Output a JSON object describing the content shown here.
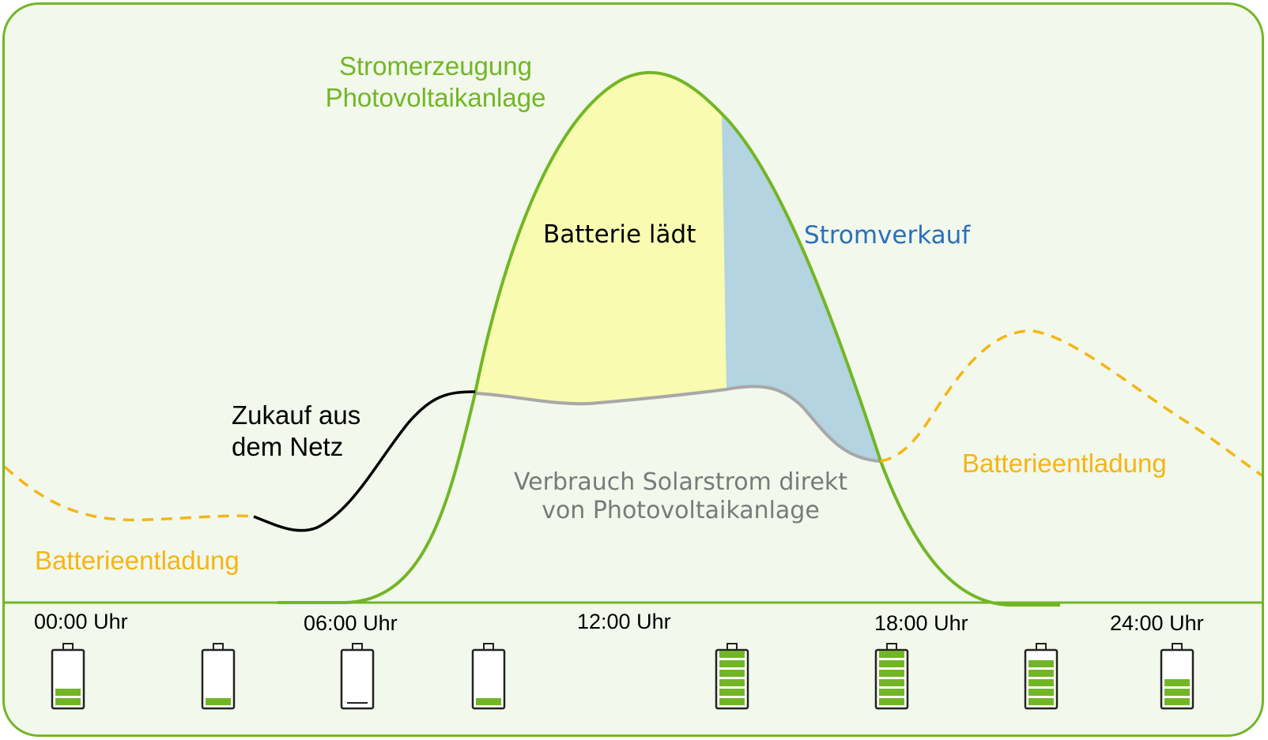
{
  "labels": {
    "pv_line1": "Stromerzeugung",
    "pv_line2": "Photovoltaikanlage",
    "charging": "Batterie lädt",
    "selling": "Stromverkauf",
    "buy_line1": "Zukauf aus",
    "buy_line2": "dem Netz",
    "discharge_left": "Batterieentladung",
    "discharge_right": "Batterieentladung",
    "direct_line1": "Verbrauch Solarstrom direkt",
    "direct_line2": "von Photovoltaikanlage"
  },
  "times": [
    "00:00 Uhr",
    "06:00 Uhr",
    "12:00 Uhr",
    "18:00 Uhr",
    "24:00 Uhr"
  ],
  "batteries": [
    2,
    1,
    0,
    1,
    6,
    6,
    5,
    3
  ],
  "colors": {
    "pv_green": "#72b626",
    "discharge_orange": "#f4b516",
    "charge_yellow": "#f8fbb0",
    "sell_blue": "#b3d4e0",
    "consumption_gray": "#a8a8a8",
    "text_blue": "#2a6fbd"
  }
}
